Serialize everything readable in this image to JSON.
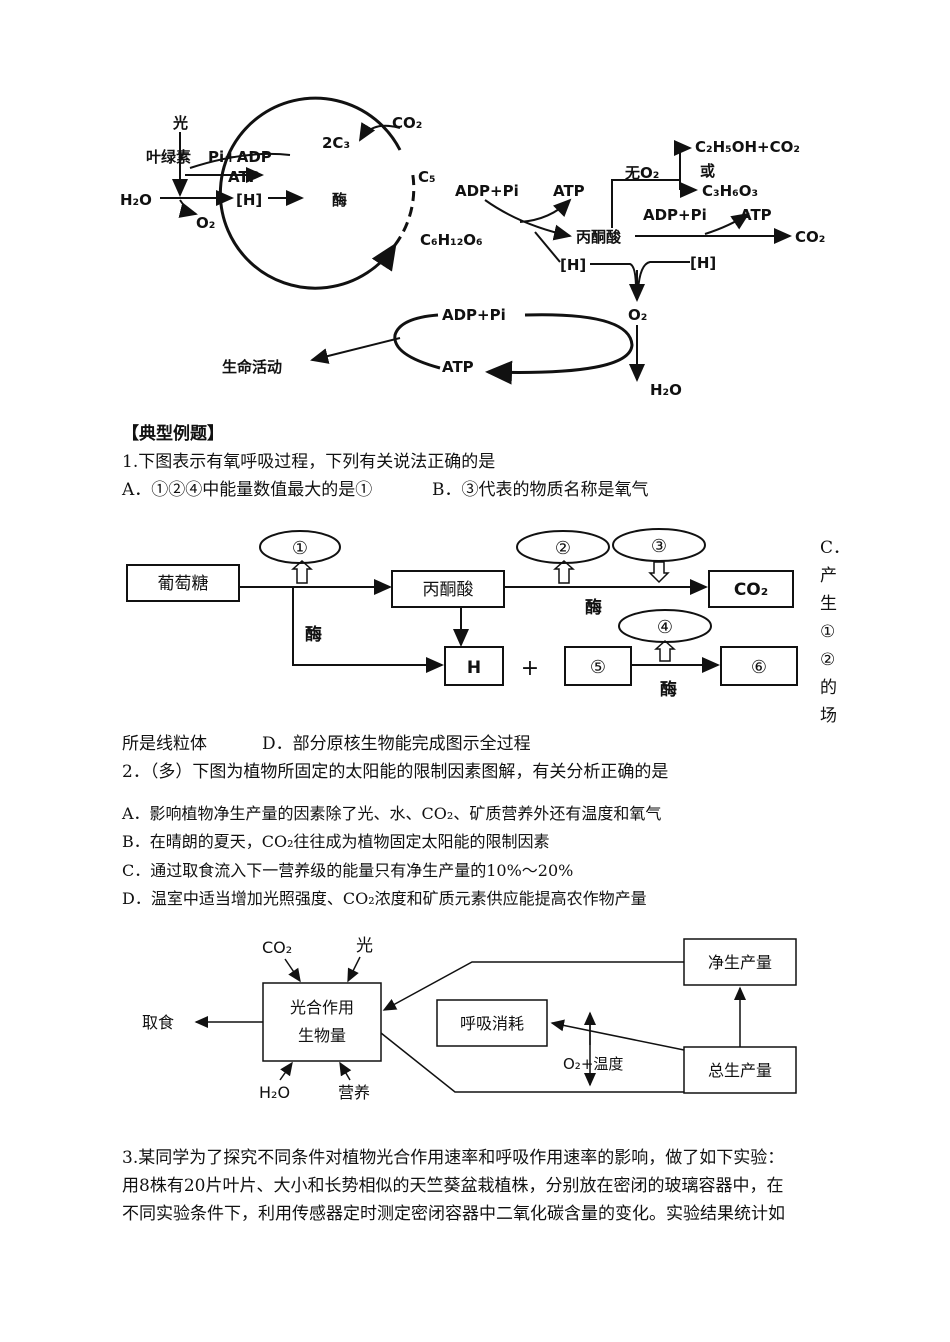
{
  "figure1": {
    "light": "光",
    "chlorophyll": "叶绿素",
    "pi_adp_1": "Pi+ADP",
    "atp_1": "ATP",
    "h2o_1": "H₂O",
    "h_1": "[H]",
    "o2_1": "O₂",
    "enzyme_1": "酶",
    "co2_1": "CO₂",
    "c3_2": "2C₃",
    "c5": "C₅",
    "glucose": "C₆H₁₂O₆",
    "adp_pi_1": "ADP+Pi",
    "atp_2": "ATP",
    "no_o2": "无O₂",
    "ethanol": "C₂H₅OH+CO₂",
    "or": "或",
    "lactic": "C₃H₆O₃",
    "adp_pi_2": "ADP+Pi",
    "atp_3": "ATP",
    "pyruvate": "丙酮酸",
    "co2_2": "CO₂",
    "h_2": "[H]",
    "h_3": "[H]",
    "o2_2": "O₂",
    "adp_pi_3": "ADP+Pi",
    "life": "生命活动",
    "atp_4": "ATP",
    "h2o_2": "H₂O"
  },
  "section_title": "【典型例题】",
  "q1": {
    "stem": "1.下图表示有氧呼吸过程，下列有关说法正确的是",
    "a": "A．①②④中能量数值最大的是①",
    "b": "B．③代表的物质名称是氧气",
    "c_prefix": "C．",
    "c_chars": [
      "产",
      "生",
      "①",
      "②",
      "的",
      "场"
    ],
    "c_rest": "所是线粒体",
    "d": "D．部分原核生物能完成图示全过程"
  },
  "figure2": {
    "glucose": "葡萄糖",
    "pyruvate": "丙酮酸",
    "co2": "CO₂",
    "h": "H",
    "plus": "+",
    "five": "⑤",
    "six": "⑥",
    "one": "①",
    "two": "②",
    "three": "③",
    "four": "④",
    "enzyme_a": "酶",
    "enzyme_b": "酶",
    "enzyme_c": "酶"
  },
  "q2": {
    "stem": "2．（多）下图为植物所固定的太阳能的限制因素图解，有关分析正确的是",
    "a": "A．影响植物净生产量的因素除了光、水、CO₂、矿质营养外还有温度和氧气",
    "b": "B．在晴朗的夏天，CO₂往往成为植物固定太阳能的限制因素",
    "c": "C．通过取食流入下一营养级的能量只有净生产量的10%～20%",
    "d": "D．温室中适当增加光照强度、CO₂浓度和矿质元素供应能提高农作物产量"
  },
  "figure3": {
    "co2": "CO₂",
    "light": "光",
    "photo_1": "光合作用",
    "photo_2": "生物量",
    "eat": "取食",
    "h2o": "H₂O",
    "nutrient": "营养",
    "respiration": "呼吸消耗",
    "o2_temp": "O₂+温度",
    "net": "净生产量",
    "gross": "总生产量"
  },
  "q3": {
    "line1": "3.某同学为了探究不同条件对植物光合作用速率和呼吸作用速率的影响，做了如下实验：",
    "line2": "用8株有20片叶片、大小和长势相似的天竺葵盆栽植株，分别放在密闭的玻璃容器中，在",
    "line3": "不同实验条件下，利用传感器定时测定密闭容器中二氧化碳含量的变化。实验结果统计如"
  }
}
